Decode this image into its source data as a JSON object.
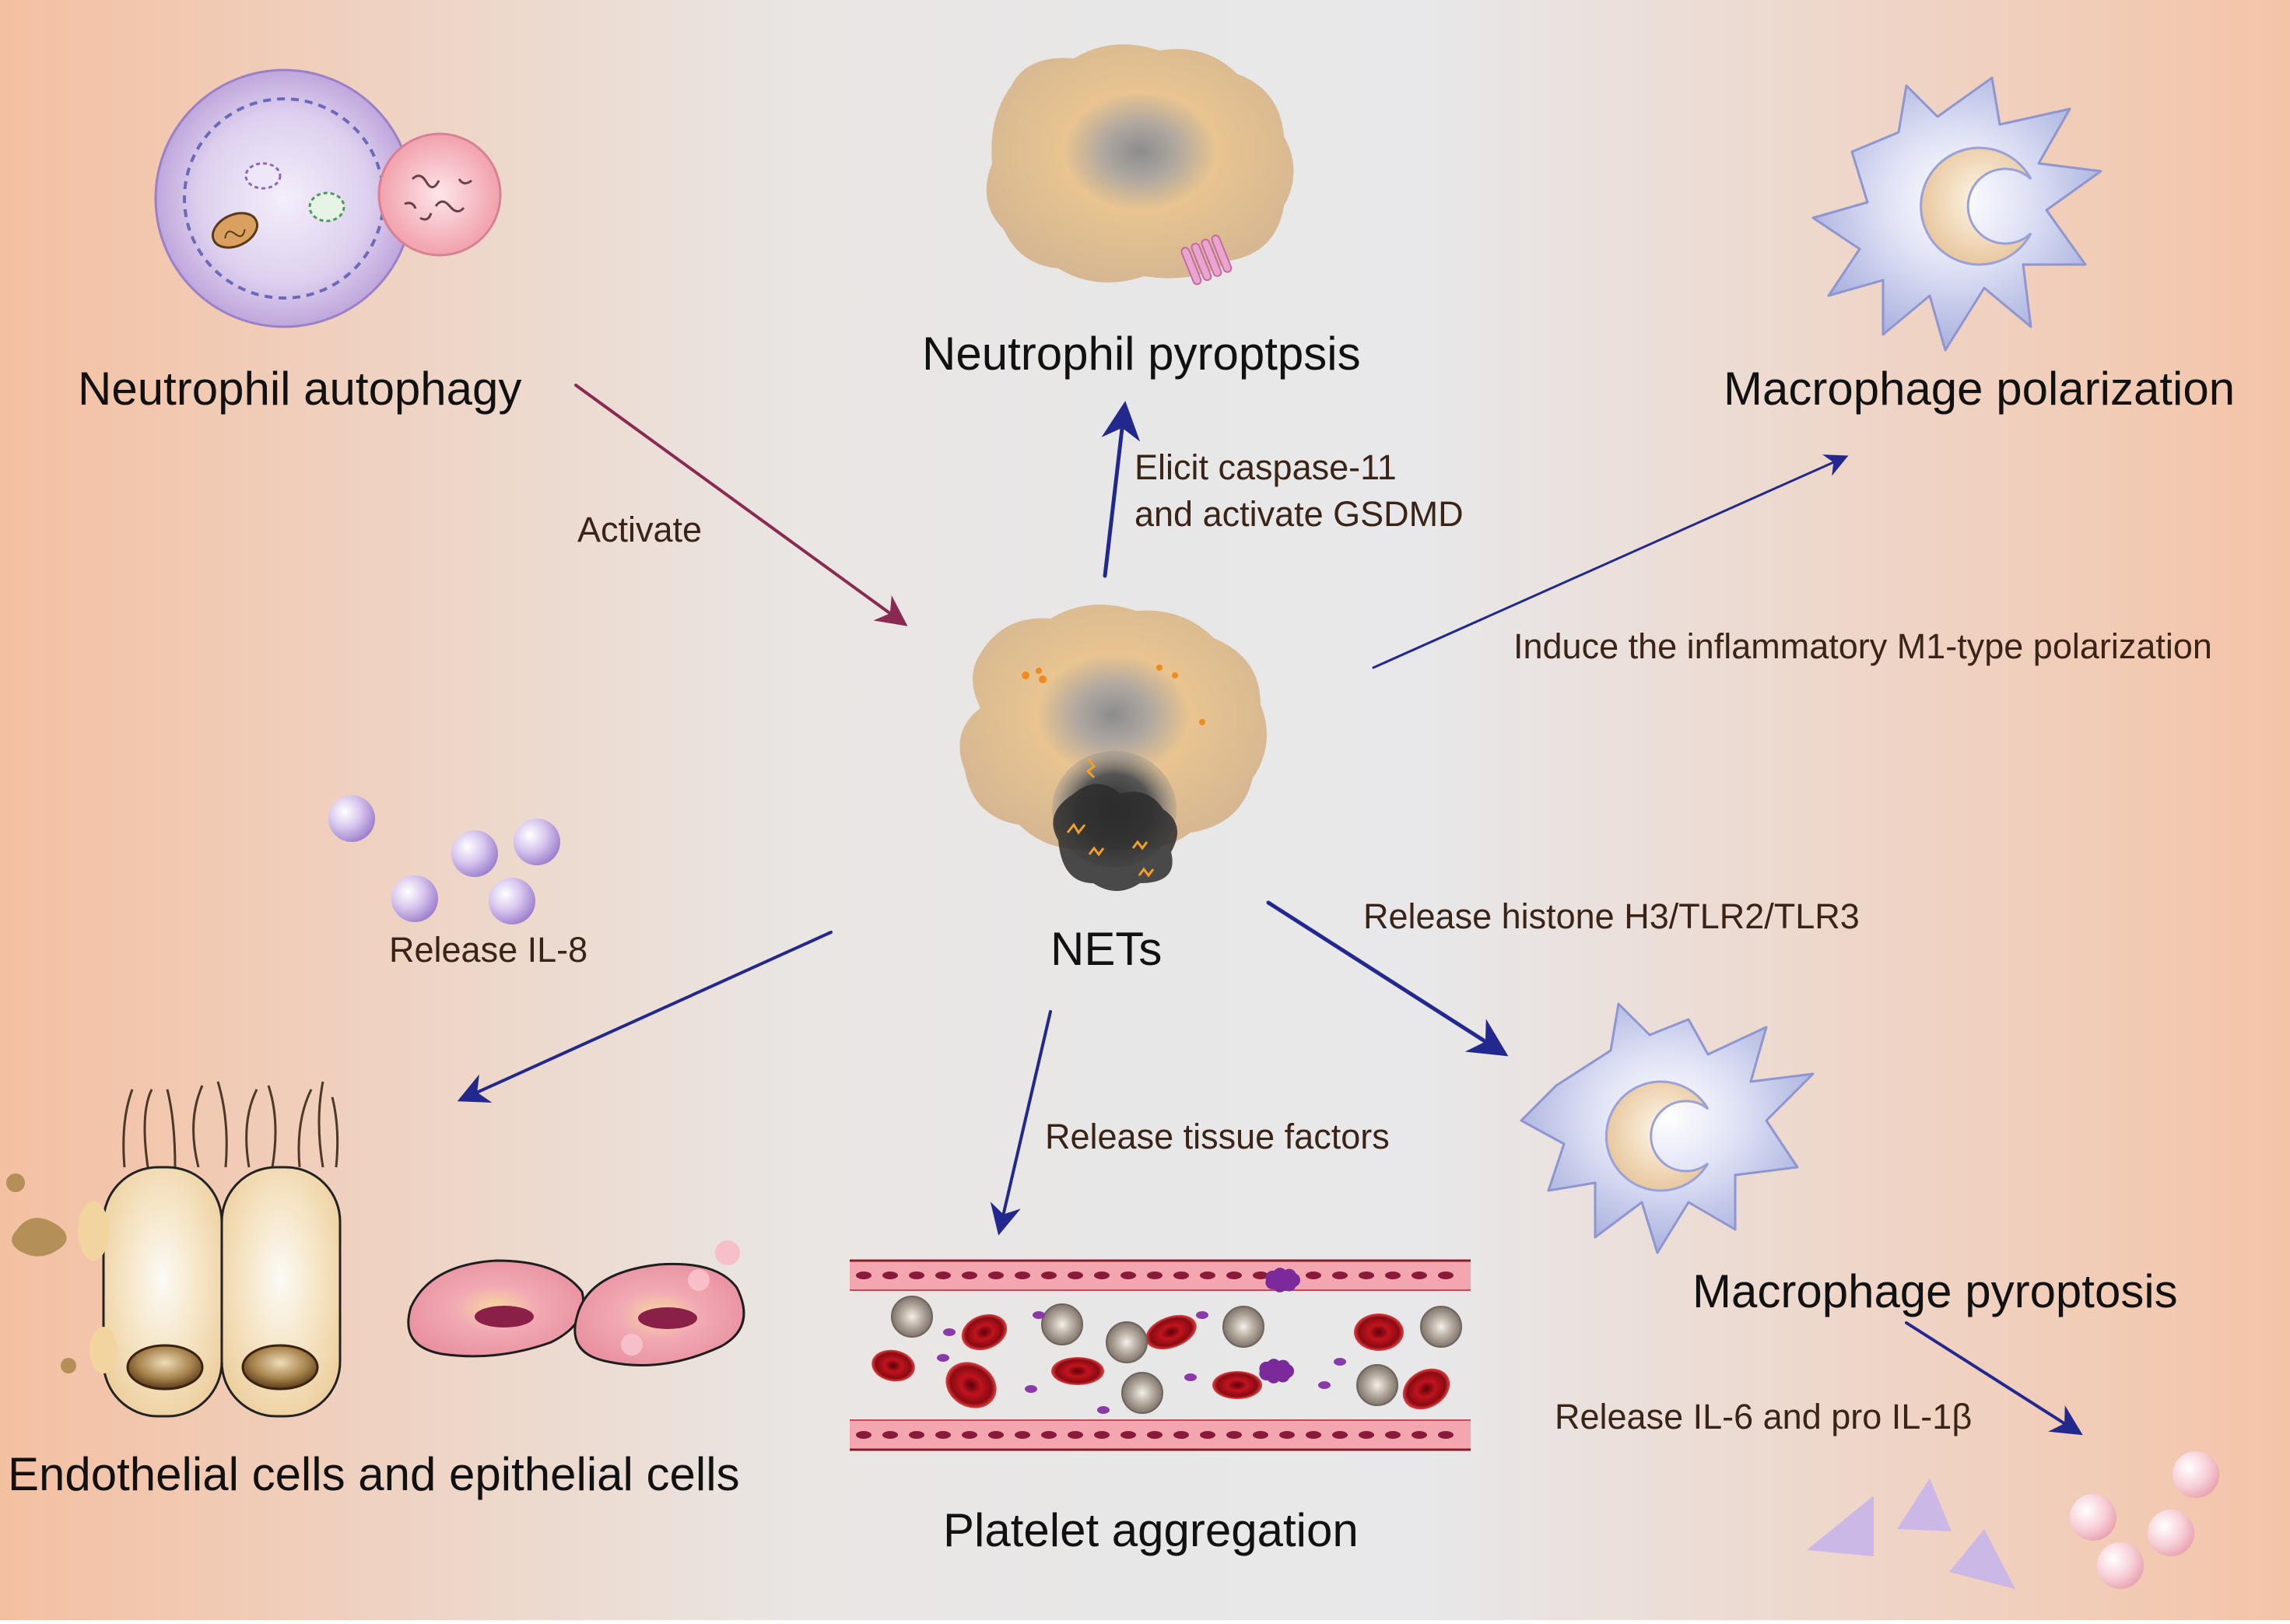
{
  "labels": {
    "neutrophil_autophagy": "Neutrophil autophagy",
    "neutrophil_pyroptosis": "Neutrophil pyroptpsis",
    "macrophage_polarization": "Macrophage polarization",
    "nets": "NETs",
    "endothelial_epithelial": "Endothelial cells and epithelial cells",
    "platelet_aggregation": "Platelet aggregation",
    "macrophage_pyroptosis": "Macrophage pyroptosis"
  },
  "arrows": {
    "activate": "Activate",
    "caspase_line1": "Elicit caspase-11",
    "caspase_line2": "and activate GSDMD",
    "m1_polarization": "Induce the inflammatory M1-type polarization",
    "release_il8": "Release IL-8",
    "histone": "Release histone H3/TLR2/TLR3",
    "tissue_factors": "Release tissue factors",
    "il6": "Release IL-6 and pro IL-1β"
  },
  "colors": {
    "background_edge": "#f4c4a6",
    "background_center": "#e8e8ea",
    "arrow_navy": "#23288f",
    "arrow_maroon": "#8a2a52",
    "neutrophil_tan": "#d8b894",
    "macrophage_lavender": "#aeb5e2",
    "red_blood_cell": "#b0101a",
    "vessel_pink": "#f0a0a8",
    "particle_purple": "#b9a0d8"
  }
}
